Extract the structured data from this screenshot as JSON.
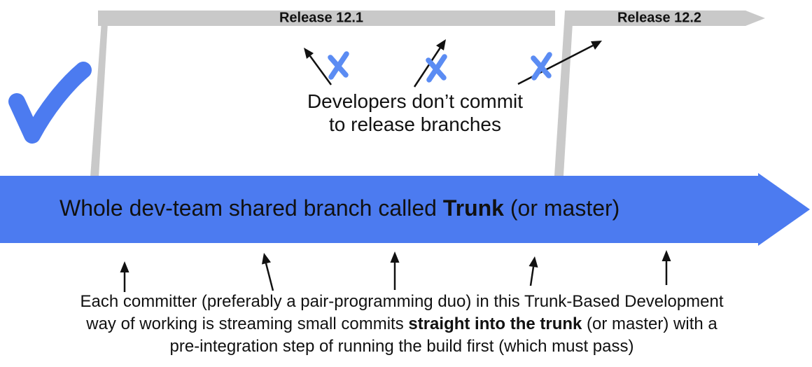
{
  "colors": {
    "trunk_blue": "#4c7bf0",
    "x_blue": "#5b8cf3",
    "branch_gray": "#c9c9c9",
    "ink": "#111111"
  },
  "branches": {
    "release_12_1": "Release 12.1",
    "release_12_2": "Release 12.2"
  },
  "trunk": {
    "label_prefix": "Whole dev-team shared branch called ",
    "label_bold": "Trunk",
    "label_suffix": " (or master)"
  },
  "notes": {
    "no_commit_line1": "Developers don’t commit",
    "no_commit_line2": "to release branches",
    "committers_line1": "Each committer (preferably a pair-programming duo) in this Trunk-Based Development",
    "committers_line2_pre": "way of working is streaming small commits ",
    "committers_line2_bold": "straight into the trunk",
    "committers_line2_post": " (or master) with a",
    "committers_line3": "pre-integration step of running the build first (which must pass)"
  }
}
